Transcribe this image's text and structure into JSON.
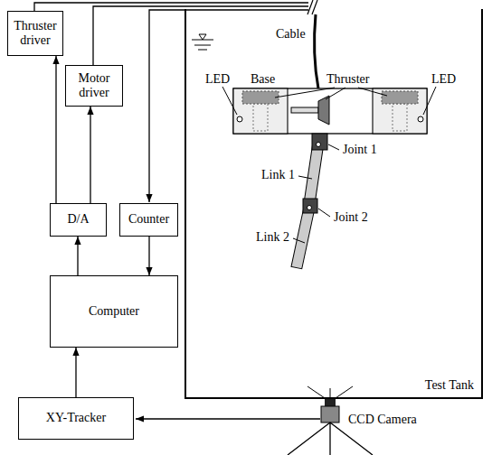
{
  "diagram": {
    "nodes": [
      {
        "text": [
          "Thruster driver"
        ]
      },
      {
        "text": [
          "Motor driver"
        ]
      },
      {
        "text": [
          "D/A"
        ]
      },
      {
        "text": [
          "Counter"
        ]
      },
      {
        "text": [
          "Computer"
        ]
      },
      {
        "text": [
          "XY-Tracker"
        ]
      },
      {
        "text": [
          "Test Tank"
        ]
      }
    ],
    "edges": [
      {
        "from": 2,
        "to": 0,
        "arrow": "to"
      },
      {
        "from": 2,
        "to": 1,
        "arrow": "to"
      },
      {
        "from": 4,
        "to": 2,
        "arrow": "to"
      },
      {
        "from": 3,
        "to": 4,
        "arrow": "to"
      },
      {
        "from": 5,
        "to": 4,
        "arrow": "to"
      }
    ],
    "labels": [
      "Cable",
      "LED",
      "Base",
      "Thruster",
      "LED",
      "Joint 1",
      "Link 1",
      "Joint 2",
      "Link 2",
      "CCD Camera"
    ]
  }
}
